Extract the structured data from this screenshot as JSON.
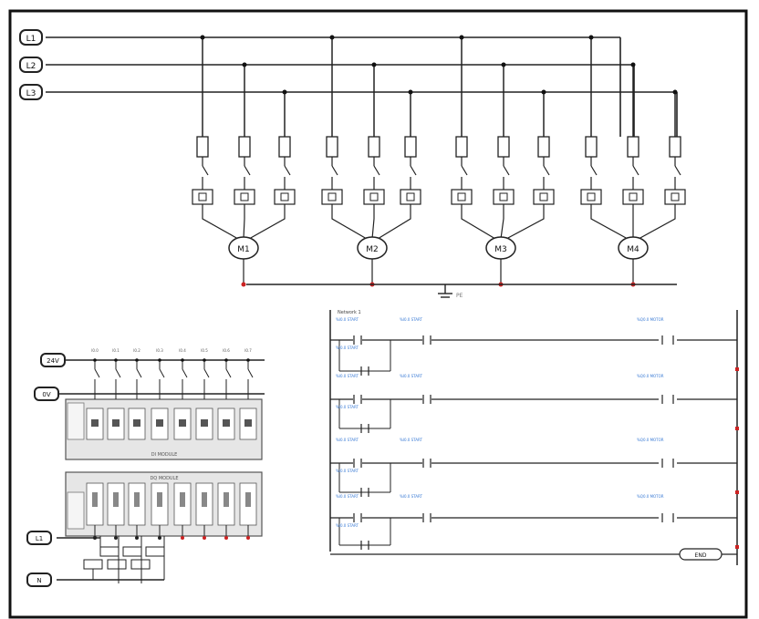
{
  "power": {
    "terminals": [
      "L1",
      "L2",
      "L3"
    ]
  },
  "motors": {
    "labels": [
      "M1",
      "M2",
      "M3",
      "M4"
    ],
    "ground_label": "PE"
  },
  "plc": {
    "input_rail_label": "24V",
    "common_label": "0V",
    "output_rails": [
      "L1",
      "N"
    ],
    "input_module_label": "DI MODULE",
    "output_module_label": "DQ MODULE",
    "channel_labels": [
      "I0.0",
      "I0.1",
      "I0.2",
      "I0.3",
      "I0.4",
      "I0.5",
      "I0.6",
      "I0.7"
    ]
  },
  "ladder": {
    "title": "Network 1",
    "end_coil_label": "END",
    "tag_label": "%I0.0 START",
    "coil_label": "%Q0.0 MOTOR"
  },
  "colors": {
    "line": "#222222",
    "accent_red": "#cc2222",
    "annotation_blue": "#3a7bd5",
    "module_fill": "#e6e6e6"
  }
}
